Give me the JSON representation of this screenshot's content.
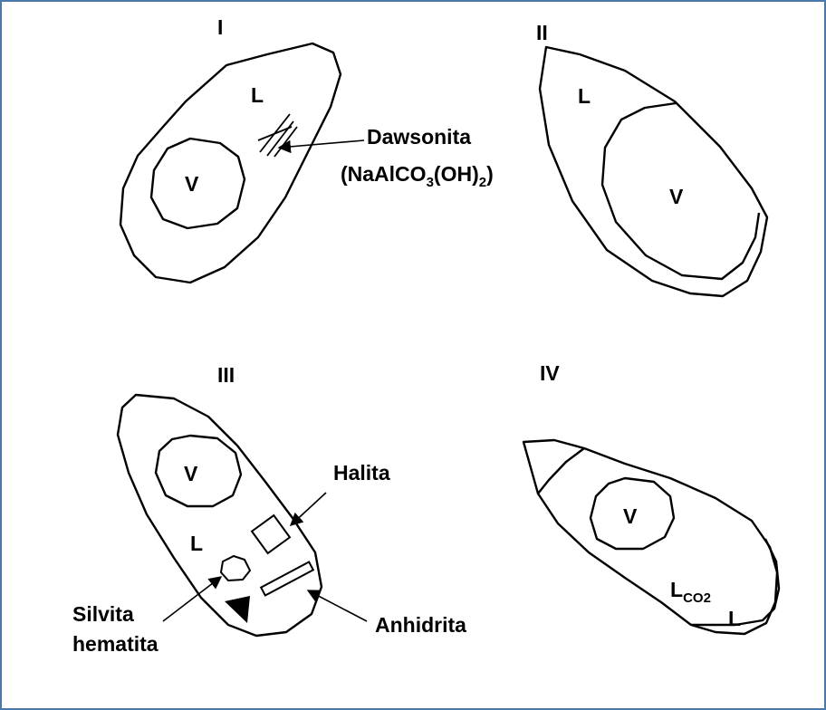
{
  "frame_color": "#4a78a8",
  "ink_color": "#000000",
  "panels": [
    {
      "numeral": "I",
      "phases": [
        "L",
        "V"
      ],
      "mineral": {
        "name": "Dawsonita",
        "formula": "(NaAlCO",
        "formula_sub1": "3",
        "formula_mid": "(OH)",
        "formula_sub2": "2",
        "formula_end": ")"
      }
    },
    {
      "numeral": "II",
      "phases": [
        "L",
        "V"
      ]
    },
    {
      "numeral": "III",
      "phases": [
        "V",
        "L"
      ],
      "minerals": [
        "Halita",
        "Anhidrita"
      ],
      "mineral_pair": [
        "Silvita",
        "hematita"
      ]
    },
    {
      "numeral": "IV",
      "phases": [
        "V",
        "L",
        "L"
      ],
      "phase_subscript": "CO2"
    }
  ]
}
